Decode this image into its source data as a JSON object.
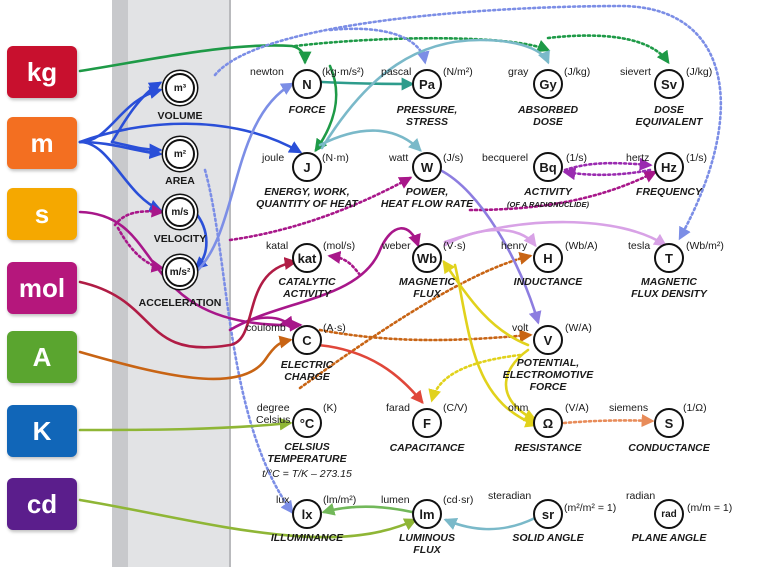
{
  "base_units": [
    {
      "id": "kg",
      "label": "kg",
      "color": "#c8102e"
    },
    {
      "id": "m",
      "label": "m",
      "color": "#f36f21"
    },
    {
      "id": "s",
      "label": "s",
      "color": "#f5a800"
    },
    {
      "id": "mol",
      "label": "mol",
      "color": "#b5177c"
    },
    {
      "id": "A",
      "label": "A",
      "color": "#5aa52f"
    },
    {
      "id": "K",
      "label": "K",
      "color": "#1166b8"
    },
    {
      "id": "cd",
      "label": "cd",
      "color": "#5b1e8c"
    }
  ],
  "band_units": [
    {
      "id": "volume",
      "symbol": "m³",
      "quantity": "VOLUME"
    },
    {
      "id": "area",
      "symbol": "m²",
      "quantity": "AREA"
    },
    {
      "id": "velocity",
      "symbol": "m/s",
      "quantity": "VELOCITY"
    },
    {
      "id": "acceleration",
      "symbol": "m/s²",
      "quantity": "ACCELERATION"
    }
  ],
  "derived_units": [
    {
      "id": "newton",
      "name": "newton",
      "symbol": "N",
      "unit": "(kg·m/s²)",
      "quantity": "FORCE"
    },
    {
      "id": "pascal",
      "name": "pascal",
      "symbol": "Pa",
      "unit": "(N/m²)",
      "quantity": "PRESSURE,\nSTRESS"
    },
    {
      "id": "gray",
      "name": "gray",
      "symbol": "Gy",
      "unit": "(J/kg)",
      "quantity": "ABSORBED\nDOSE"
    },
    {
      "id": "sievert",
      "name": "sievert",
      "symbol": "Sv",
      "unit": "(J/kg)",
      "quantity": "DOSE\nEQUIVALENT"
    },
    {
      "id": "joule",
      "name": "joule",
      "symbol": "J",
      "unit": "(N·m)",
      "quantity": "ENERGY, WORK,\nQUANTITY OF HEAT"
    },
    {
      "id": "watt",
      "name": "watt",
      "symbol": "W",
      "unit": "(J/s)",
      "quantity": "POWER,\nHEAT FLOW RATE"
    },
    {
      "id": "becquerel",
      "name": "becquerel",
      "symbol": "Bq",
      "unit": "(1/s)",
      "quantity": "ACTIVITY",
      "quantity_sub": "(OF A RADIONUCLIDE)"
    },
    {
      "id": "hertz",
      "name": "hertz",
      "symbol": "Hz",
      "unit": "(1/s)",
      "quantity": "FREQUENCY"
    },
    {
      "id": "katal",
      "name": "katal",
      "symbol": "kat",
      "unit": "(mol/s)",
      "quantity": "CATALYTIC\nACTIVITY"
    },
    {
      "id": "weber",
      "name": "weber",
      "symbol": "Wb",
      "unit": "(V·s)",
      "quantity": "MAGNETIC\nFLUX"
    },
    {
      "id": "henry",
      "name": "henry",
      "symbol": "H",
      "unit": "(Wb/A)",
      "quantity": "INDUCTANCE"
    },
    {
      "id": "tesla",
      "name": "tesla",
      "symbol": "T",
      "unit": "(Wb/m²)",
      "quantity": "MAGNETIC\nFLUX DENSITY"
    },
    {
      "id": "coulomb",
      "name": "coulomb",
      "symbol": "C",
      "unit": "(A·s)",
      "quantity": "ELECTRIC\nCHARGE"
    },
    {
      "id": "volt",
      "name": "volt",
      "symbol": "V",
      "unit": "(W/A)",
      "quantity": "POTENTIAL,\nELECTROMOTIVE\nFORCE"
    },
    {
      "id": "celsius",
      "name": "degree\nCelsius",
      "symbol": "°C",
      "unit": "(K)",
      "quantity": "CELSIUS\nTEMPERATURE",
      "formula": "t/°C = T/K – 273.15"
    },
    {
      "id": "farad",
      "name": "farad",
      "symbol": "F",
      "unit": "(C/V)",
      "quantity": "CAPACITANCE"
    },
    {
      "id": "ohm",
      "name": "ohm",
      "symbol": "Ω",
      "unit": "(V/A)",
      "quantity": "RESISTANCE"
    },
    {
      "id": "siemens",
      "name": "siemens",
      "symbol": "S",
      "unit": "(1/Ω)",
      "quantity": "CONDUCTANCE"
    },
    {
      "id": "lux",
      "name": "lux",
      "symbol": "lx",
      "unit": "(lm/m²)",
      "quantity": "ILLUMINANCE"
    },
    {
      "id": "lumen",
      "name": "lumen",
      "symbol": "lm",
      "unit": "(cd·sr)",
      "quantity": "LUMINOUS\nFLUX"
    },
    {
      "id": "steradian",
      "name": "steradian",
      "symbol": "sr",
      "unit": "(m²/m² = 1)",
      "quantity": "SOLID ANGLE"
    },
    {
      "id": "radian",
      "name": "radian",
      "symbol": "rad",
      "unit": "(m/m = 1)",
      "quantity": "PLANE ANGLE"
    }
  ],
  "connection_colors": {
    "mass": "#1e9a47",
    "length": "#2a4fd8",
    "length_light": "#7c8ee6",
    "time": "#a8178a",
    "mole": "#b01c45",
    "current": "#c86414",
    "temperature": "#8fb636",
    "luminous": "#72b85a",
    "force": "#2e9c8c",
    "energy": "#7ab9c9",
    "power": "#8d7de0",
    "flux": "#e1d21c",
    "charge": "#e0473a",
    "frequency": "#9a2bb0",
    "inductance": "#d8a2e6",
    "resistance": "#e88c5a"
  }
}
